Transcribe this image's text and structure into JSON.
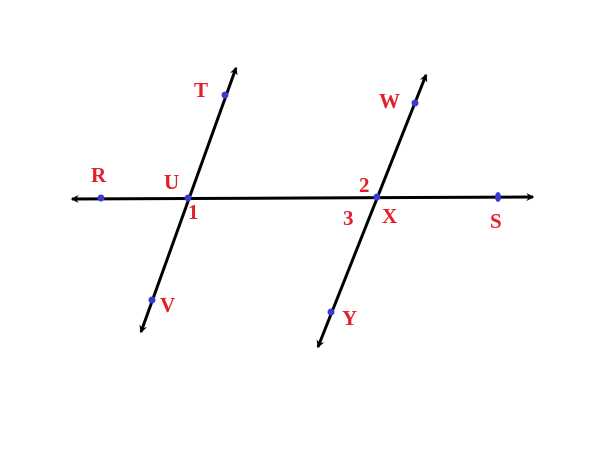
{
  "diagram": {
    "points": {
      "R": "R",
      "U": "U",
      "X": "X",
      "S": "S",
      "T": "T",
      "V": "V",
      "W": "W",
      "Y": "Y"
    },
    "angles": {
      "a1": "1",
      "a2": "2",
      "a3": "3"
    },
    "colors": {
      "line": "#000000",
      "label": "#e0202a",
      "point": "#3a3ad0"
    }
  }
}
